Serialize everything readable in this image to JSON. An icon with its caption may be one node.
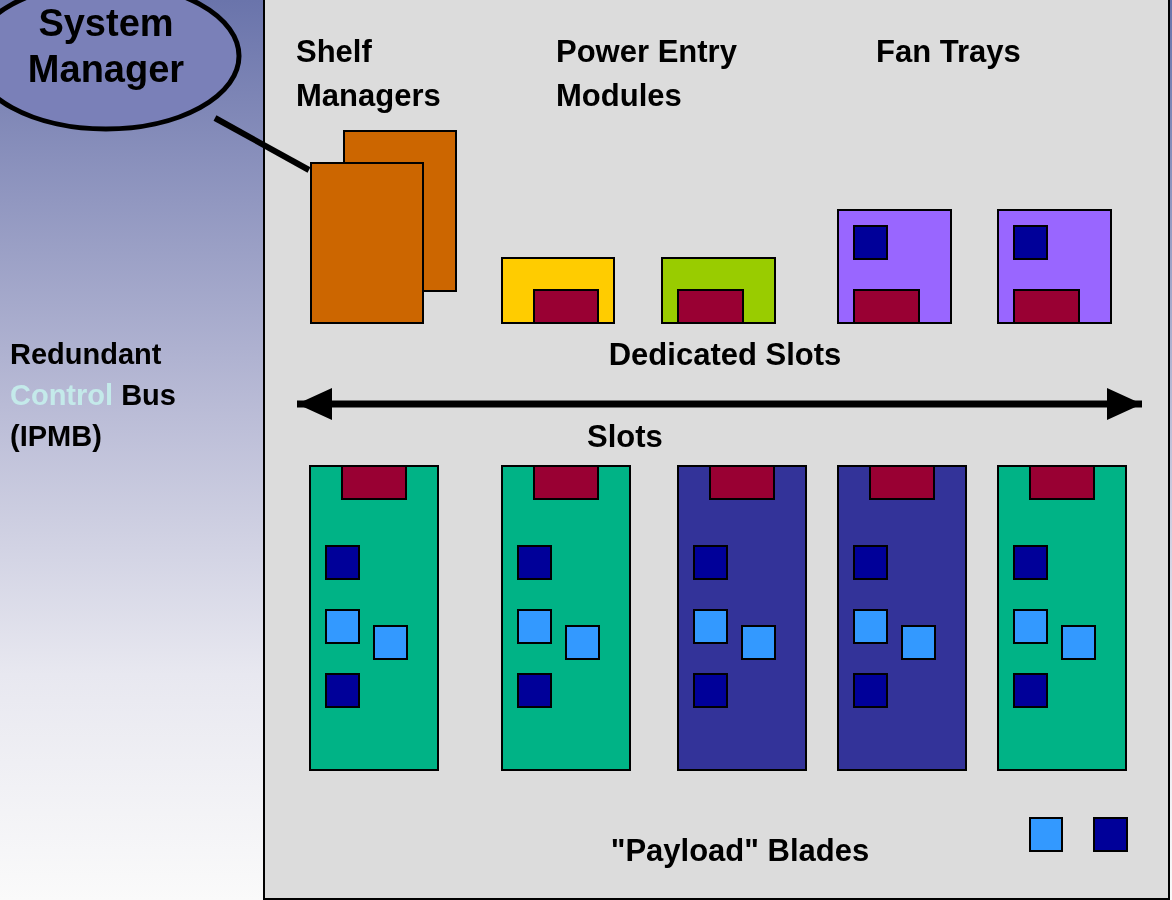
{
  "diagram": {
    "nodes": [
      {
        "text": [
          "System Manager"
        ]
      },
      {
        "text": [],
        "shape": "box"
      }
    ],
    "edges": [
      {
        "from": 0,
        "to": 1,
        "arrow": "none"
      }
    ],
    "labels": [
      "Shelf Managers",
      "Power Entry Modules",
      "Fan Trays",
      "Redundant Control Bus (IPMB)",
      "Dedicated Slots",
      "Slots",
      "\"Payload\" Blades"
    ]
  }
}
